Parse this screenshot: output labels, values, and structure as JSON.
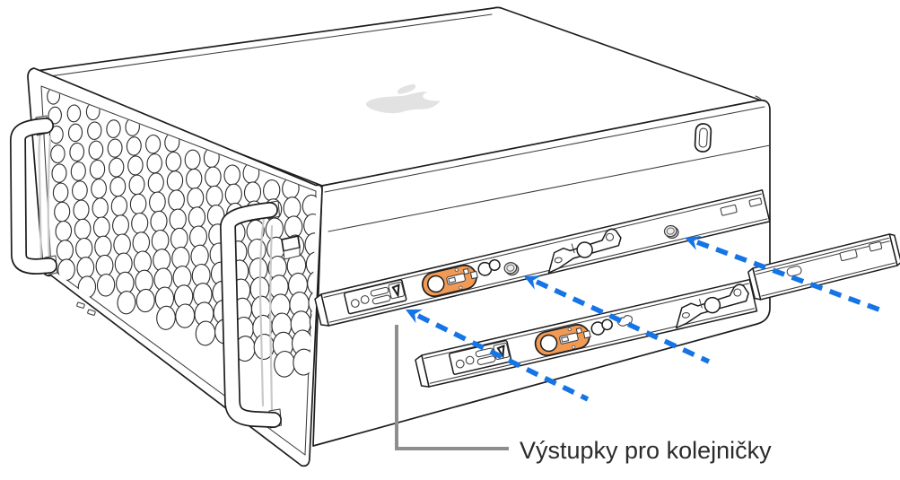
{
  "figure": {
    "background_color": "#ffffff",
    "kind": "technical-illustration"
  },
  "callout": {
    "label": "Výstupky pro kolejničky",
    "text_color": "#2b2b2d",
    "line_color": "#8e8e8e"
  },
  "colors": {
    "outline": "#1d1d1f",
    "accent_blue": "#1574e6",
    "rail_highlight_orange": "#f09a55",
    "logo_gray": "#e2e2e2",
    "detail_gray": "#c9c9c9"
  },
  "illustration": {
    "device": "Mac Pro (rack)",
    "attached_rails": 2,
    "detached_rails": 1,
    "insertion_arrows": 3
  }
}
